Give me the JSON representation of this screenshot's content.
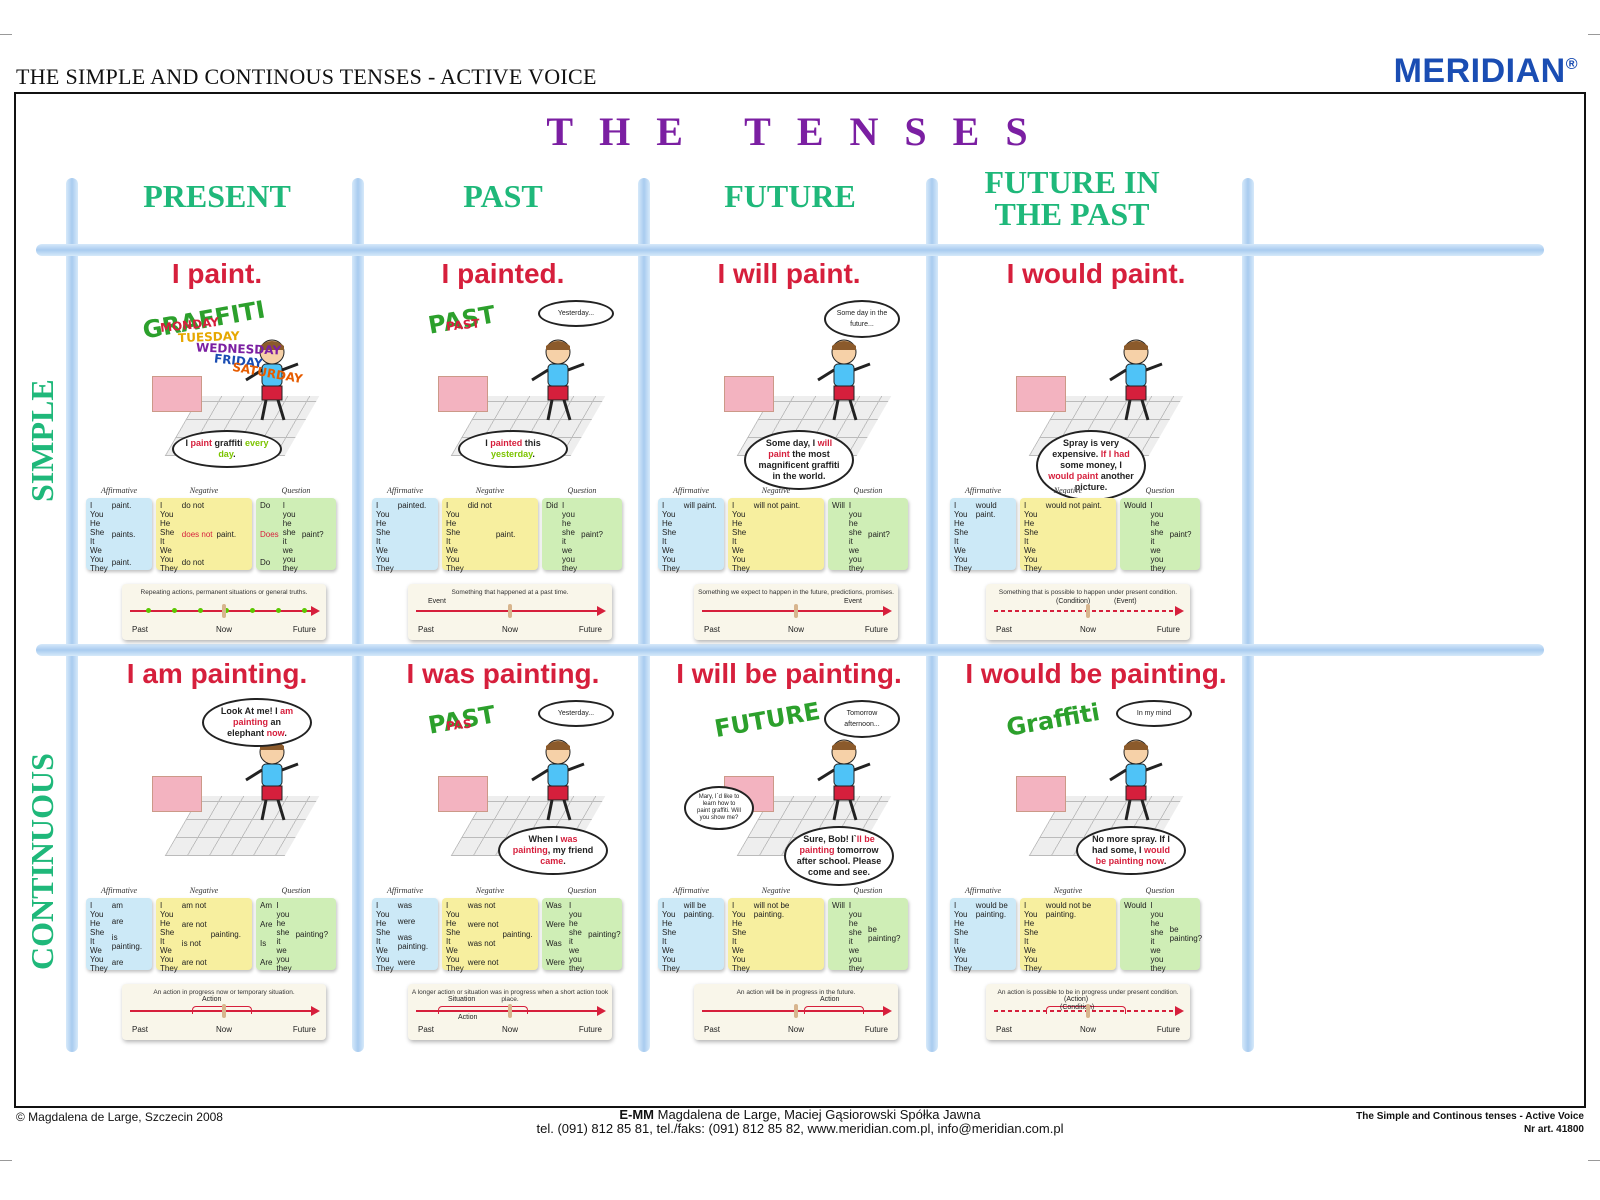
{
  "header": {
    "title": "THE SIMPLE  AND CONTINOUS TENSES - ACTIVE VOICE",
    "brand": "MERIDIAN",
    "brand_mark": "®"
  },
  "main_title": "THE TENSES",
  "columns": [
    "PRESENT",
    "PAST",
    "FUTURE",
    "FUTURE IN THE PAST"
  ],
  "rows": [
    "SIMPLE",
    "CONTINUOUS"
  ],
  "conjugation_labels": {
    "affirmative": "Affirmative",
    "negative": "Negative",
    "question": "Question"
  },
  "timeline_labels": {
    "past": "Past",
    "now": "Now",
    "future": "Future"
  },
  "simple": [
    {
      "sentence": "I paint.",
      "bubble": [
        "I ",
        "paint",
        " graffiti ",
        "every day",
        "."
      ],
      "graffiti": [
        "GRAFFITI",
        "MONDAY",
        "TUESDAY",
        "WEDNESDAY",
        "FRIDAY",
        "SATURDAY"
      ],
      "aff": {
        "pron": [
          "I",
          "You",
          "He",
          "She",
          "It",
          "We",
          "You",
          "They"
        ],
        "verb": [
          "paint.",
          "paints.",
          "paint."
        ]
      },
      "neg": {
        "pron": [
          "I",
          "You",
          "He",
          "She",
          "It",
          "We",
          "You",
          "They"
        ],
        "aux": [
          "do not",
          "does not",
          "do not"
        ],
        "verb": "paint."
      },
      "q": {
        "aux": [
          "Do",
          "Does",
          "Do"
        ],
        "pron": [
          "I",
          "you",
          "he",
          "she",
          "it",
          "we",
          "you",
          "they"
        ],
        "verb": "paint?"
      },
      "timeline_desc": "Repeating actions, permanent situations or general truths.",
      "events": []
    },
    {
      "sentence": "I painted.",
      "bubble": [
        "I ",
        "painted",
        " this ",
        "yesterday",
        "."
      ],
      "thought": "Yesterday...",
      "graffiti": [
        "PAST",
        "PAST"
      ],
      "aff": {
        "pron": [
          "I",
          "You",
          "He",
          "She",
          "It",
          "We",
          "You",
          "They"
        ],
        "verb": [
          "painted."
        ]
      },
      "neg": {
        "pron": [
          "I",
          "You",
          "He",
          "She",
          "It",
          "We",
          "You",
          "They"
        ],
        "aux": [
          "did not"
        ],
        "verb": "paint."
      },
      "q": {
        "aux": [
          "Did"
        ],
        "pron": [
          "I",
          "you",
          "he",
          "she",
          "it",
          "we",
          "you",
          "they"
        ],
        "verb": "paint?"
      },
      "timeline_desc": "Something that happened at a past time.",
      "events": [
        "Event"
      ]
    },
    {
      "sentence": "I will paint.",
      "bubble": [
        "Some day, I ",
        "will paint",
        " the most magnificent graffiti in the world.",
        "",
        ""
      ],
      "thought": "Some day in the future...",
      "aff": {
        "pron": [
          "I",
          "You",
          "He",
          "She",
          "It",
          "We",
          "You",
          "They"
        ],
        "verb": [
          "will paint."
        ]
      },
      "neg": {
        "pron": [
          "I",
          "You",
          "He",
          "She",
          "It",
          "We",
          "You",
          "They"
        ],
        "aux": [
          "will not paint."
        ],
        "verb": ""
      },
      "q": {
        "aux": [
          "Will"
        ],
        "pron": [
          "I",
          "you",
          "he",
          "she",
          "it",
          "we",
          "you",
          "they"
        ],
        "verb": "paint?"
      },
      "timeline_desc": "Something we expect to happen in the future, predictions, promises.",
      "events": [
        "Event"
      ]
    },
    {
      "sentence": "I would paint.",
      "bubble": [
        "Spray is very expensive. ",
        "If I had",
        " some money, I ",
        "would paint",
        " another picture."
      ],
      "aff": {
        "pron": [
          "I",
          "You",
          "He",
          "She",
          "It",
          "We",
          "You",
          "They"
        ],
        "verb": [
          "would paint."
        ]
      },
      "neg": {
        "pron": [
          "I",
          "You",
          "He",
          "She",
          "It",
          "We",
          "You",
          "They"
        ],
        "aux": [
          "would not paint."
        ],
        "verb": ""
      },
      "q": {
        "aux": [
          "Would"
        ],
        "pron": [
          "I",
          "you",
          "he",
          "she",
          "it",
          "we",
          "you",
          "they"
        ],
        "verb": "paint?"
      },
      "timeline_desc": "Something that is possible to happen under present condition.",
      "events": [
        "(Condition)",
        "(Event)"
      ]
    }
  ],
  "continuous": [
    {
      "sentence": "I am painting.",
      "bubble": [
        "Look At me! I ",
        "am painting",
        " an elephant ",
        "now",
        "."
      ],
      "aff": {
        "pron": [
          "I",
          "You",
          "He",
          "She",
          "It",
          "We",
          "You",
          "They"
        ],
        "verb": [
          "am",
          "are",
          "is painting.",
          "are"
        ]
      },
      "neg": {
        "pron": [
          "I",
          "You",
          "He",
          "She",
          "It",
          "We",
          "You",
          "They"
        ],
        "aux": [
          "am not",
          "are not",
          "is not",
          "are not"
        ],
        "verb": "painting."
      },
      "q": {
        "aux": [
          "Am",
          "Are",
          "Is",
          "Are"
        ],
        "pron": [
          "I",
          "you",
          "he",
          "she",
          "it",
          "we",
          "you",
          "they"
        ],
        "verb": "painting?"
      },
      "timeline_desc": "An action in progress now or temporary situation.",
      "events": [
        "Action"
      ]
    },
    {
      "sentence": "I was painting.",
      "bubble": [
        "When I ",
        "was painting",
        ", my friend ",
        "came",
        "."
      ],
      "thought": "Yesterday...",
      "graffiti": [
        "PAST",
        "PAS"
      ],
      "aff": {
        "pron": [
          "I",
          "You",
          "He",
          "She",
          "It",
          "We",
          "You",
          "They"
        ],
        "verb": [
          "was",
          "were",
          "was painting.",
          "were"
        ]
      },
      "neg": {
        "pron": [
          "I",
          "You",
          "He",
          "She",
          "It",
          "We",
          "You",
          "They"
        ],
        "aux": [
          "was not",
          "were not",
          "was not",
          "were not"
        ],
        "verb": "painting."
      },
      "q": {
        "aux": [
          "Was",
          "Were",
          "Was",
          "Were"
        ],
        "pron": [
          "I",
          "you",
          "he",
          "she",
          "it",
          "we",
          "you",
          "they"
        ],
        "verb": "painting?"
      },
      "timeline_desc": "A longer action or situation was in progress when a short action took place.",
      "events": [
        "Situation",
        "Action"
      ]
    },
    {
      "sentence": "I will be painting.",
      "bubble": [
        "Sure, Bob! I`",
        "ll be painting",
        " tomorrow after school. Please come and see.",
        "",
        ""
      ],
      "thought": "Tomorrow afternoon...",
      "small_bubble": "Mary, I`d like to learn how to paint graffiti. Will you show me?",
      "graffiti": [
        "FUTURE"
      ],
      "aff": {
        "pron": [
          "I",
          "You",
          "He",
          "She",
          "It",
          "We",
          "You",
          "They"
        ],
        "verb": [
          "will be painting."
        ]
      },
      "neg": {
        "pron": [
          "I",
          "You",
          "He",
          "She",
          "It",
          "We",
          "You",
          "They"
        ],
        "aux": [
          "will not be painting."
        ],
        "verb": ""
      },
      "q": {
        "aux": [
          "Will"
        ],
        "pron": [
          "I",
          "you",
          "he",
          "she",
          "it",
          "we",
          "you",
          "they"
        ],
        "verb": "be painting?"
      },
      "timeline_desc": "An action will be in progress in the future.",
      "events": [
        "Action"
      ]
    },
    {
      "sentence": "I would be painting.",
      "bubble": [
        "No more spray. If I had some, I ",
        "would be painting",
        " ",
        "now",
        "."
      ],
      "thought": "In my mind",
      "graffiti": [
        "Graffiti"
      ],
      "aff": {
        "pron": [
          "I",
          "You",
          "He",
          "She",
          "It",
          "We",
          "You",
          "They"
        ],
        "verb": [
          "would be painting."
        ]
      },
      "neg": {
        "pron": [
          "I",
          "You",
          "He",
          "She",
          "It",
          "We",
          "You",
          "They"
        ],
        "aux": [
          "would not be painting."
        ],
        "verb": ""
      },
      "q": {
        "aux": [
          "Would"
        ],
        "pron": [
          "I",
          "you",
          "he",
          "she",
          "it",
          "we",
          "you",
          "they"
        ],
        "verb": "be painting?"
      },
      "timeline_desc": "An action is possible to be in progress under present condition.",
      "events": [
        "(Action)",
        "(Condition)"
      ]
    }
  ],
  "footer": {
    "copyright": "© Magdalena de Large,  Szczecin 2008",
    "company_bold": "E-MM",
    "company": " Magdalena de Large, Maciej Gąsiorowski Spółka Jawna",
    "contact": "tel. (091) 812 85 81, tel./faks: (091) 812 85 82, www.meridian.com.pl, info@meridian.com.pl",
    "product": "The Simple  and Continous tenses - Active Voice",
    "article": "Nr art. 41800"
  },
  "colors": {
    "title": "#7b1fa2",
    "headings": "#1fb87a",
    "sentence": "#d61f3c",
    "brand": "#1a4db3",
    "grid": "#a8cbef"
  }
}
